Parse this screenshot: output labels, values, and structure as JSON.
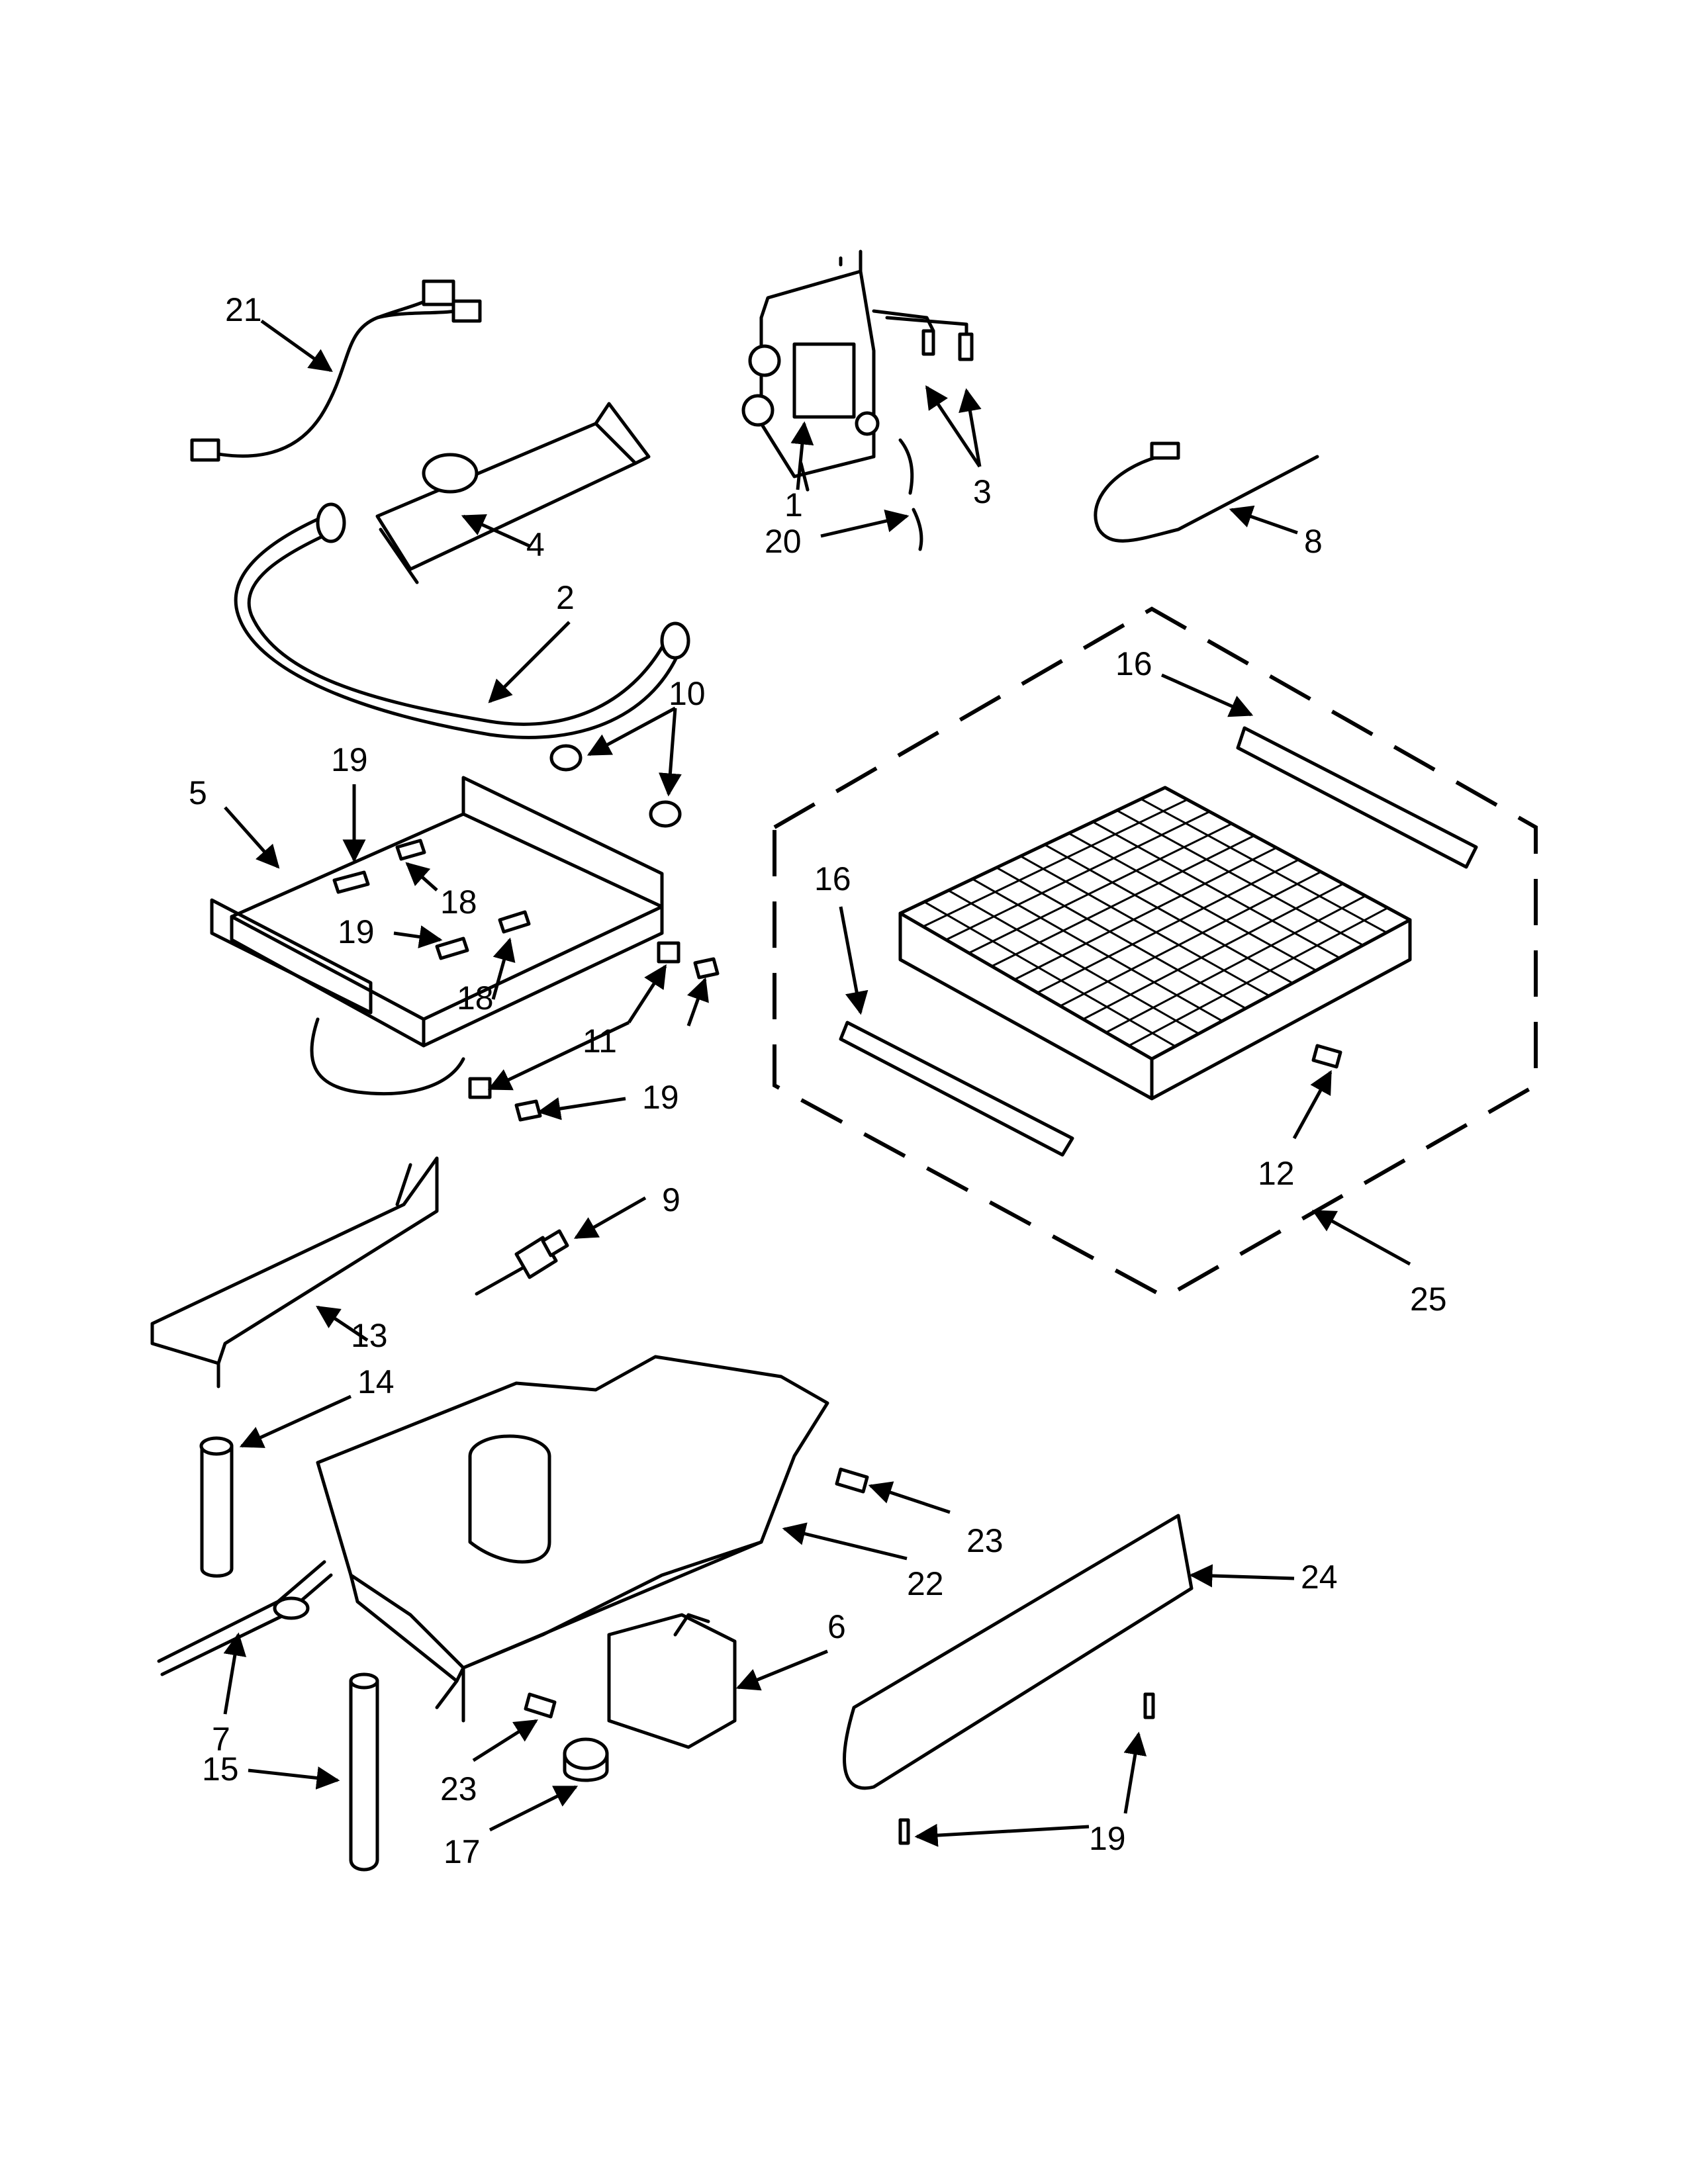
{
  "diagram": {
    "callouts": [
      {
        "id": "c21",
        "label": "21"
      },
      {
        "id": "c4",
        "label": "4"
      },
      {
        "id": "c2",
        "label": "2"
      },
      {
        "id": "c1",
        "label": "1"
      },
      {
        "id": "c3",
        "label": "3"
      },
      {
        "id": "c20",
        "label": "20"
      },
      {
        "id": "c8",
        "label": "8"
      },
      {
        "id": "c16a",
        "label": "16"
      },
      {
        "id": "c16b",
        "label": "16"
      },
      {
        "id": "c10",
        "label": "10"
      },
      {
        "id": "c19a",
        "label": "19"
      },
      {
        "id": "c5",
        "label": "5"
      },
      {
        "id": "c18a",
        "label": "18"
      },
      {
        "id": "c19b",
        "label": "19"
      },
      {
        "id": "c18b",
        "label": "18"
      },
      {
        "id": "c11",
        "label": "11"
      },
      {
        "id": "c19c",
        "label": "19"
      },
      {
        "id": "c12",
        "label": "12"
      },
      {
        "id": "c9",
        "label": "9"
      },
      {
        "id": "c25",
        "label": "25"
      },
      {
        "id": "c13",
        "label": "13"
      },
      {
        "id": "c14",
        "label": "14"
      },
      {
        "id": "c23a",
        "label": "23"
      },
      {
        "id": "c22",
        "label": "22"
      },
      {
        "id": "c24",
        "label": "24"
      },
      {
        "id": "c6",
        "label": "6"
      },
      {
        "id": "c7",
        "label": "7"
      },
      {
        "id": "c15",
        "label": "15"
      },
      {
        "id": "c23b",
        "label": "23"
      },
      {
        "id": "c17",
        "label": "17"
      },
      {
        "id": "c19d",
        "label": "19"
      }
    ]
  }
}
